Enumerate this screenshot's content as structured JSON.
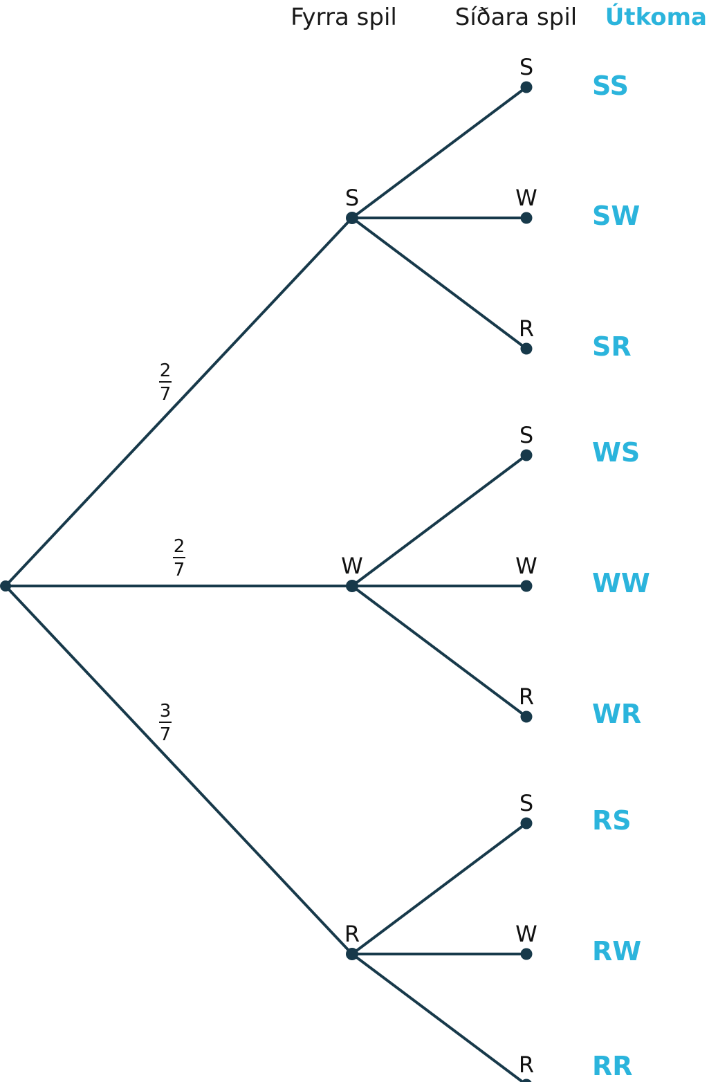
{
  "headers": {
    "first_card": "Fyrra spil",
    "second_card": "Síðara spil",
    "outcome": "Útkoma"
  },
  "colors": {
    "line": "#17394a",
    "accent": "#2bb4dc",
    "text": "#111111"
  },
  "first_level": [
    {
      "label": "S",
      "probability": {
        "numerator": "2",
        "denominator": "7"
      }
    },
    {
      "label": "W",
      "probability": {
        "numerator": "2",
        "denominator": "7"
      }
    },
    {
      "label": "R",
      "probability": {
        "numerator": "3",
        "denominator": "7"
      }
    }
  ],
  "second_level_labels": [
    "S",
    "W",
    "R"
  ],
  "outcomes": [
    "SS",
    "SW",
    "SR",
    "WS",
    "WW",
    "WR",
    "RS",
    "RW",
    "RR"
  ]
}
